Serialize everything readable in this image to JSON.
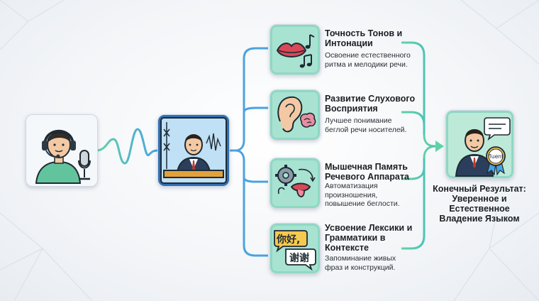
{
  "colors": {
    "blue_line": "#4aa3e0",
    "green_line": "#5fd3a5",
    "text": "#1b1f24"
  },
  "benefits": [
    {
      "title": "Точность Тонов и Интонации",
      "desc": "Освоение естественного ритма и мелодики речи.",
      "icon": "lips-music-notes-icon"
    },
    {
      "title": "Развитие Слухового Восприятия",
      "desc": "Лучшее понимание беглой речи носителей.",
      "icon": "ear-brain-icon"
    },
    {
      "title": "Мышечная Память Речевого Аппарата",
      "desc": "Автоматизация произношения, повышение беглости.",
      "icon": "gear-tongue-icon"
    },
    {
      "title": "Усвоение Лексики и Грамматики в Контексте",
      "desc": "Запоминание живых фраз и конструкций.",
      "icon": "chinese-speech-bubbles-icon",
      "glyph1": "你好,",
      "glyph2": "谢谢"
    }
  ],
  "result": {
    "title": "Конечный Результат: Уверенное и Естественное Владение Языком",
    "badge": "fluent"
  }
}
